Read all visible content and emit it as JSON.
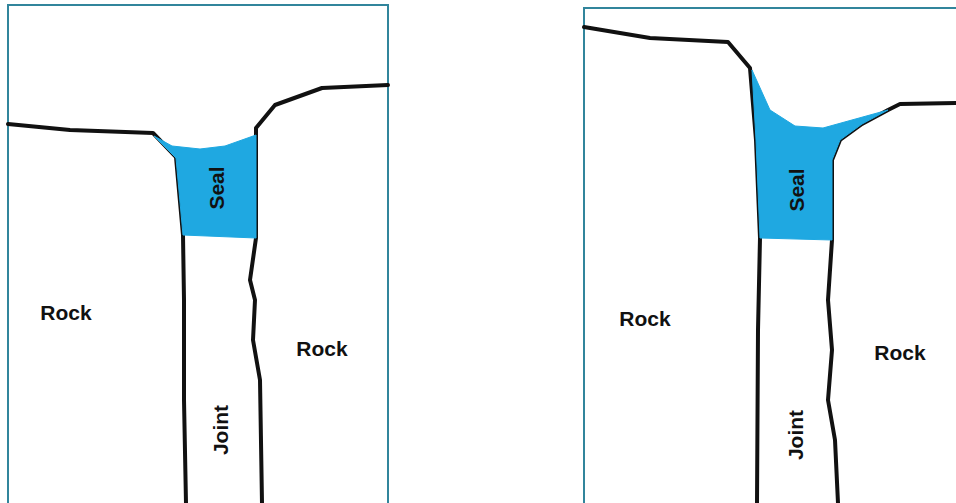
{
  "diagram": {
    "nodes": [
      {
        "text": [
          "Seal"
        ]
      },
      {
        "text": [
          "Seal"
        ]
      }
    ],
    "labels": [
      "Rock",
      "Rock",
      "Joint",
      "Rock",
      "Rock",
      "Joint"
    ]
  }
}
